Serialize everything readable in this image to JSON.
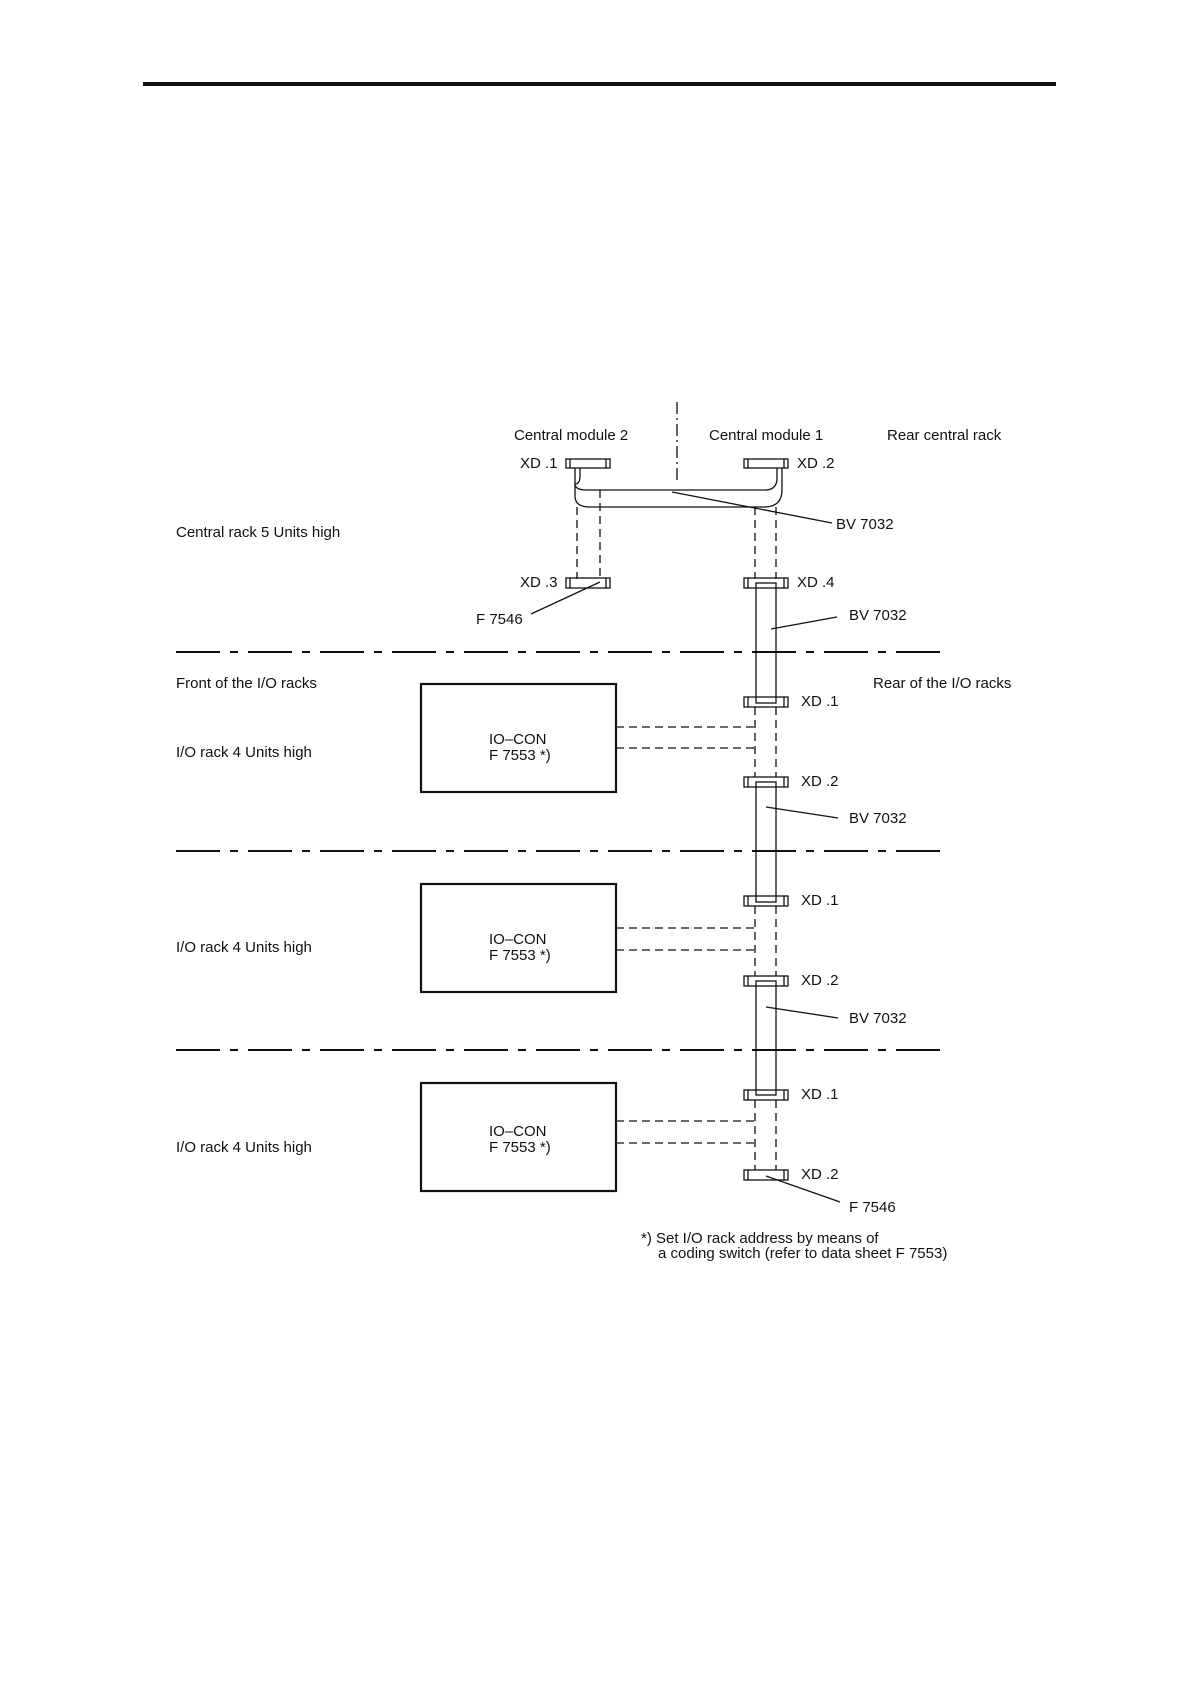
{
  "diagram": {
    "headings": {
      "central_module_2": "Central module 2",
      "central_module_1": "Central module 1",
      "rear_central_rack": "Rear central rack"
    },
    "labels": {
      "central_rack": "Central rack 5 Units high",
      "front_io": "Front of the I/O racks",
      "rear_io": "Rear of the I/O racks",
      "io_rack": "I/O rack  4 Units high"
    },
    "connectors": {
      "xd1": "XD .1",
      "xd2": "XD .2",
      "xd3": "XD .3",
      "xd4": "XD .4"
    },
    "parts": {
      "bv": "BV 7032",
      "f7546": "F 7546"
    },
    "module": {
      "line1": "IO–CON",
      "line2": "F 7553  *)"
    },
    "footnote": {
      "line1": "*) Set I/O rack address by means of",
      "line2": "a coding switch (refer to data sheet F 7553)"
    }
  }
}
